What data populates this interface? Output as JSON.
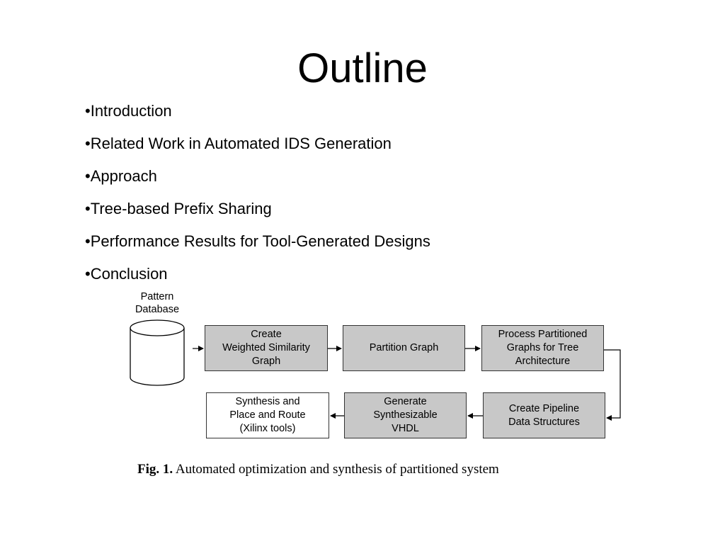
{
  "slide": {
    "title": "Outline",
    "bullets": [
      "•Introduction",
      "•Related Work in Automated IDS Generation",
      "•Approach",
      "•Tree-based Prefix Sharing",
      "•Performance Results for Tool-Generated Designs",
      "•Conclusion"
    ]
  },
  "figure": {
    "database_label": "Pattern\nDatabase",
    "boxes": {
      "create_graph": "Create\nWeighted Similarity\nGraph",
      "partition_graph": "Partition Graph",
      "process_partitioned": "Process Partitioned\nGraphs for Tree\nArchitecture",
      "create_pipeline": "Create Pipeline\nData Structures",
      "generate_vhdl": "Generate\nSynthesizable\nVHDL",
      "synthesis": "Synthesis and\nPlace and Route\n(Xilinx tools)"
    },
    "box_fill_color": "#c8c8c8",
    "caption_label": "Fig. 1.",
    "caption_text": "Automated optimization and synthesis of partitioned system"
  }
}
